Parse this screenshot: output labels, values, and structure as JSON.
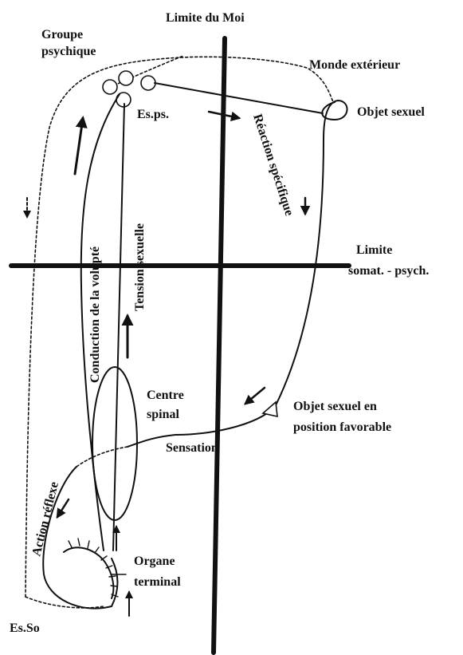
{
  "labels": {
    "limite_moi": "Limite du Moi",
    "groupe_line1": "Groupe",
    "groupe_line2": "psychique",
    "monde_exterieur": "Monde extérieur",
    "objet_sexuel": "Objet sexuel",
    "esps": "Es.ps.",
    "reaction_specifique": "Réaction spécifique",
    "limite_line1": "Limite",
    "limite_line2": "somat. - psych.",
    "conduction_volupte": "Conduction de la volupté",
    "tension_sexuelle": "Tension sexuelle",
    "centre_line1": "Centre",
    "centre_line2": "spinal",
    "objet_favorable_line1": "Objet sexuel en",
    "objet_favorable_line2": "position favorable",
    "sensation": "Sensation",
    "action_reflexe": "Action réflexe",
    "organe_line1": "Organe",
    "organe_line2": "terminal",
    "esso": "Es.So"
  },
  "colors": {
    "ink": "#111111",
    "background": "#ffffff"
  }
}
